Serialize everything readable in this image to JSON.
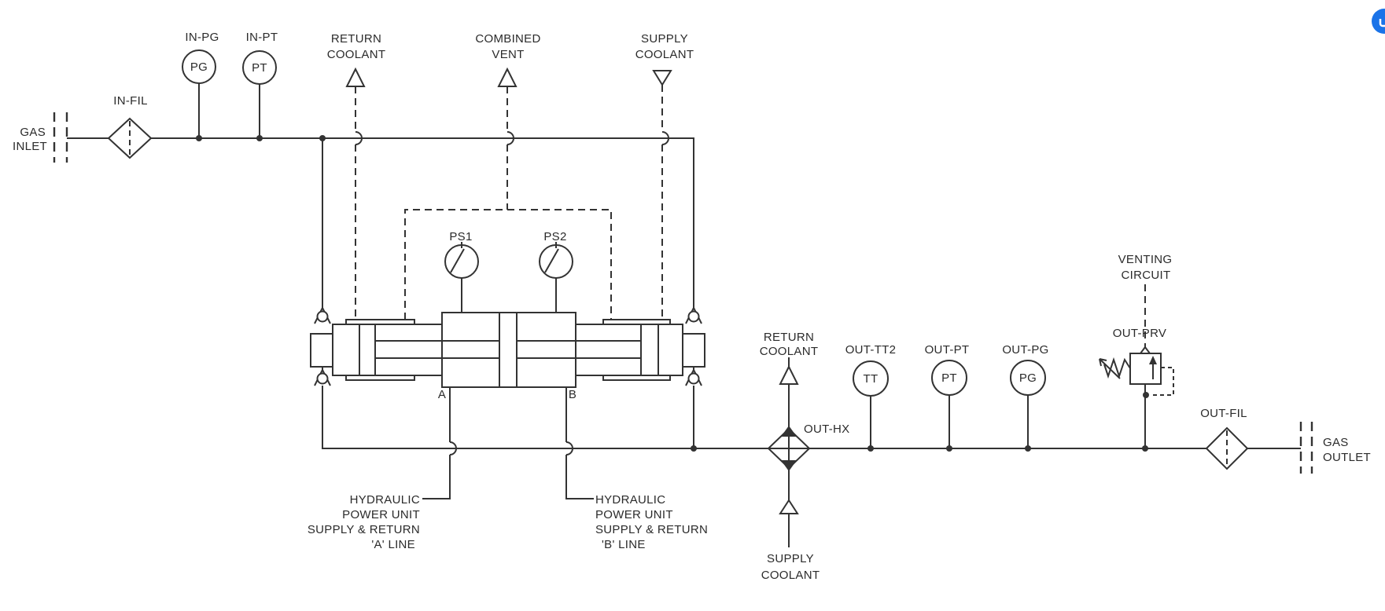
{
  "ui": {
    "open_button": {
      "icon": "open-external-arrow",
      "color": "#1a73e8"
    }
  },
  "pid": {
    "inlet": {
      "boundary": [
        "GAS",
        "INLET"
      ],
      "filter_tag": "IN-FIL",
      "gauge_tag": "IN-PG",
      "gauge_sym": "PG",
      "pt_tag": "IN-PT",
      "pt_sym": "PT"
    },
    "top_utilities": {
      "return_coolant": [
        "RETURN",
        "COOLANT"
      ],
      "combined_vent": [
        "COMBINED",
        "VENT"
      ],
      "supply_coolant": [
        "SUPPLY",
        "COOLANT"
      ]
    },
    "booster": {
      "ps1": "PS1",
      "ps2": "PS2",
      "port_a": "A",
      "port_b": "B",
      "hpu_a": [
        "HYDRAULIC",
        "POWER UNIT",
        "SUPPLY & RETURN",
        "'A' LINE"
      ],
      "hpu_b": [
        "HYDRAULIC",
        "POWER UNIT",
        "SUPPLY & RETURN",
        "'B' LINE"
      ]
    },
    "cooler": {
      "tag": "OUT-HX",
      "return_coolant": [
        "RETURN",
        "COOLANT"
      ],
      "supply_coolant": [
        "SUPPLY",
        "COOLANT"
      ]
    },
    "outlet_instruments": {
      "tt_tag": "OUT-TT2",
      "tt_sym": "TT",
      "pt_tag": "OUT-PT",
      "pt_sym": "PT",
      "pg_tag": "OUT-PG",
      "pg_sym": "PG"
    },
    "relief": {
      "venting": [
        "VENTING",
        "CIRCUIT"
      ],
      "tag": "OUT-PRV"
    },
    "outlet": {
      "filter_tag": "OUT-FIL",
      "boundary": [
        "GAS",
        "OUTLET"
      ]
    }
  }
}
